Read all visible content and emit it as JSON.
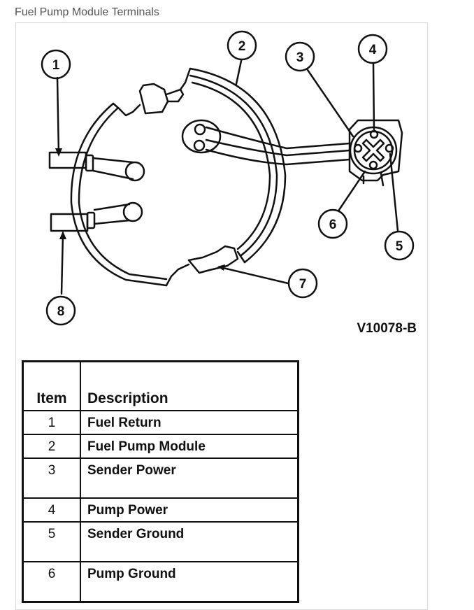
{
  "page": {
    "title": "Fuel Pump Module Terminals"
  },
  "diagram": {
    "figure_code": "V10078-B",
    "callouts": [
      {
        "id": "callout-1",
        "label": "1"
      },
      {
        "id": "callout-2",
        "label": "2"
      },
      {
        "id": "callout-3",
        "label": "3"
      },
      {
        "id": "callout-4",
        "label": "4"
      },
      {
        "id": "callout-5",
        "label": "5"
      },
      {
        "id": "callout-6",
        "label": "6"
      },
      {
        "id": "callout-7",
        "label": "7"
      },
      {
        "id": "callout-8",
        "label": "8"
      }
    ]
  },
  "legend": {
    "headers": {
      "item": "Item",
      "description": "Description"
    },
    "rows": [
      {
        "item": "1",
        "description": "Fuel Return"
      },
      {
        "item": "2",
        "description": "Fuel Pump Module"
      },
      {
        "item": "3",
        "description": "Sender Power"
      },
      {
        "item": "4",
        "description": "Pump Power"
      },
      {
        "item": "5",
        "description": "Sender Ground"
      },
      {
        "item": "6",
        "description": "Pump Ground"
      }
    ]
  },
  "colors": {
    "line": "#111111",
    "title_text": "#555555",
    "frame_border": "#d9d9d9"
  }
}
